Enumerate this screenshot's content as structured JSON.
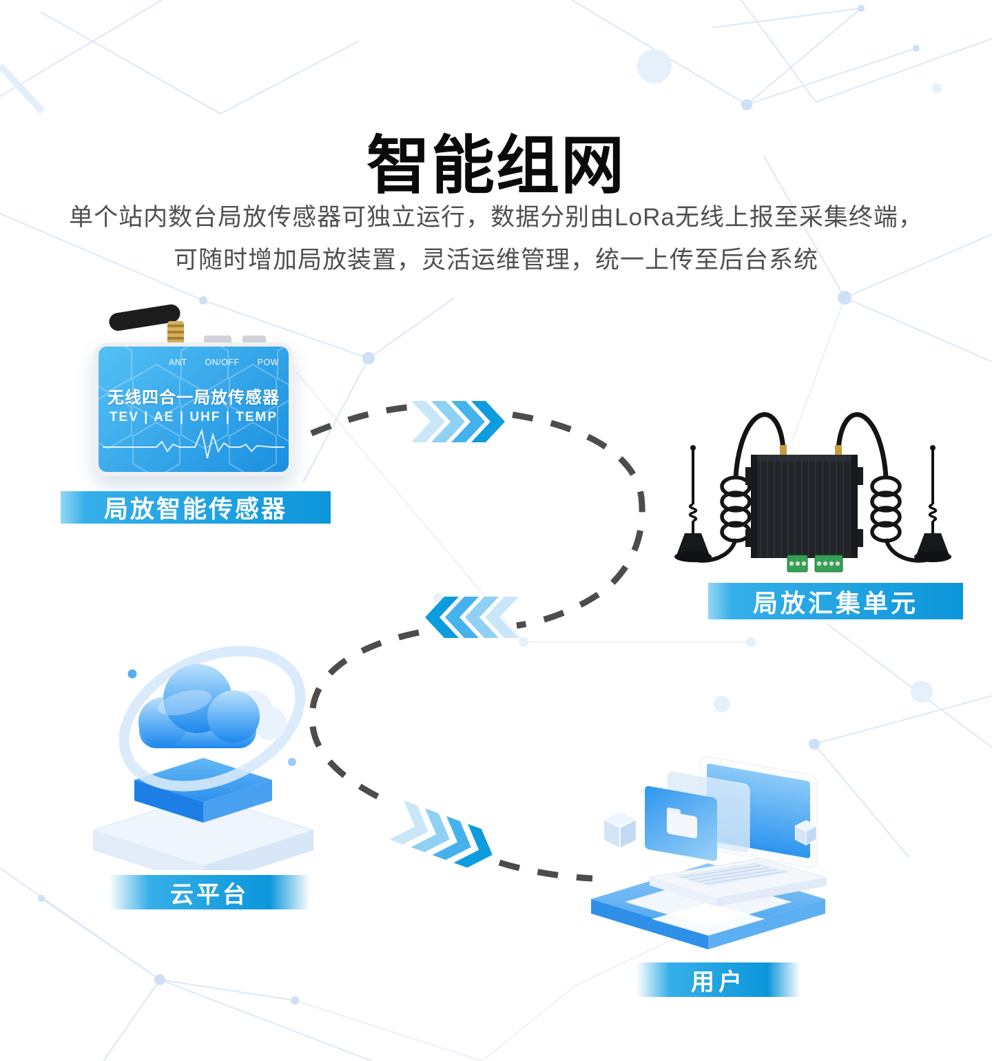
{
  "page": {
    "title": "智能组网",
    "description_line1": "单个站内数台局放传感器可独立运行，数据分别由LoRa无线上报至采集终端，",
    "description_line2": "可随时增加局放装置，灵活运维管理，统一上传至后台系统"
  },
  "nodes": {
    "sensor": {
      "label": "局放智能传感器",
      "panel_title": "无线四合一局放传感器",
      "panel_subtitle": "TEV | AE | UHF | TEMP",
      "port_ant": "ANT",
      "port_onoff": "ON/OFF",
      "port_pow": "POW"
    },
    "collector": {
      "label": "局放汇集单元"
    },
    "cloud": {
      "label": "云平台"
    },
    "user": {
      "label": "用户"
    }
  },
  "colors": {
    "band-light": "#36afe9",
    "band-dark": "#0c96da",
    "chev-1": "#c9e7f9",
    "chev-2": "#8fd0f3",
    "chev-3": "#45b2ec",
    "chev-4": "#0f9cdf",
    "dash": "#4c4c4c",
    "title-color": "#0a0a0a",
    "desc-color": "#4f4f4f",
    "device-blue-1": "#54c0f4",
    "device-blue-2": "#1a8fe0",
    "bg-line": "#dce8f8",
    "bg-node": "#cfdff6"
  }
}
